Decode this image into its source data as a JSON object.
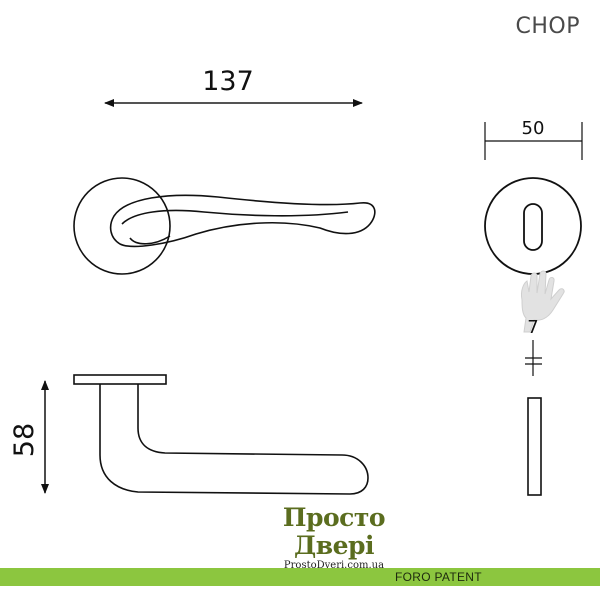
{
  "header": {
    "model_name": "CHOP"
  },
  "dimensions": {
    "handle_length": "137",
    "handle_height": "58",
    "rose_diameter": "50",
    "rose_thickness": "7"
  },
  "watermark": {
    "title": "Просто Двері",
    "url": "ProstoDveri.com.ua"
  },
  "footer": {
    "label": "FORO PATENT",
    "color": "#8cc63f"
  }
}
